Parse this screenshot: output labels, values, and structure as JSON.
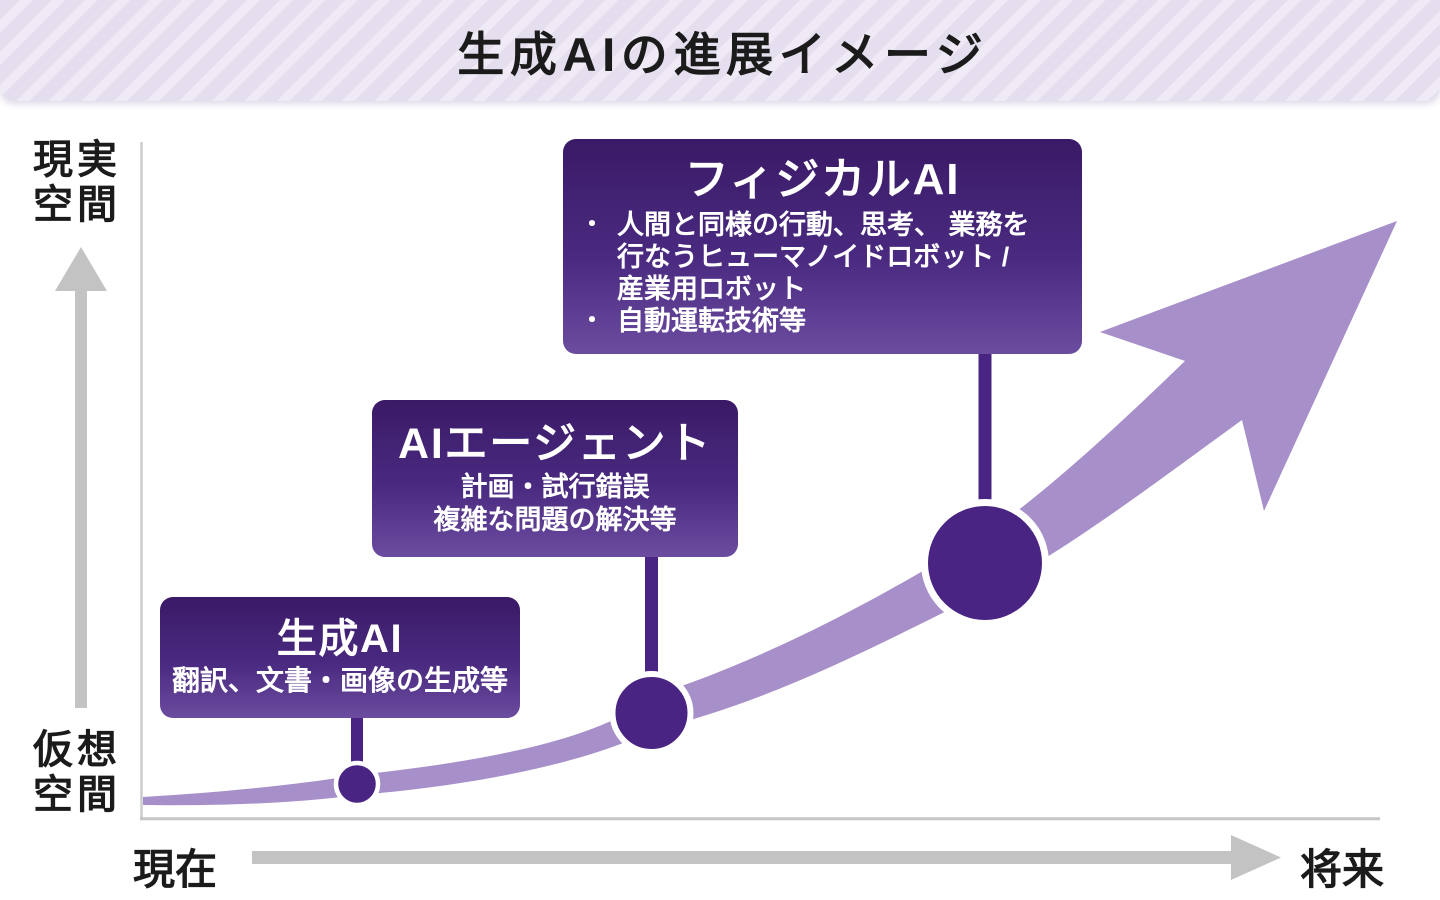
{
  "header": {
    "title": "生成AIの進展イメージ"
  },
  "y_axis": {
    "top_label_line1": "現実",
    "top_label_line2": "空間",
    "bottom_label_line1": "仮想",
    "bottom_label_line2": "空間"
  },
  "x_axis": {
    "left_label": "現在",
    "right_label": "将来"
  },
  "boxes": [
    {
      "title": "生成AI",
      "sub_lines": [
        "翻訳、文書・画像の生成等"
      ]
    },
    {
      "title": "AIエージェント",
      "sub_lines": [
        "計画・試行錯誤",
        "複雑な問題の解決等"
      ]
    },
    {
      "title": "フィジカルAI",
      "bullet_char": "・",
      "bullets": [
        {
          "lines": [
            "人間と同様の行動、思考、 業務を",
            "行なうヒューマノイドロボット /",
            "産業用ロボット"
          ]
        },
        {
          "lines": [
            "自動運転技術等"
          ]
        }
      ]
    }
  ],
  "colors": {
    "header_bg": "#e5deee",
    "header_stripe": "#efeaf5",
    "title_text": "#1b1b1b",
    "box_gradient_top": "#3a1a66",
    "box_gradient_bottom": "#6b4c9f",
    "node_purple": "#4a2482",
    "curve_purple": "#a78fc9",
    "axis_gray": "#c3c3c3",
    "axis_line_gray": "#cccccc"
  }
}
